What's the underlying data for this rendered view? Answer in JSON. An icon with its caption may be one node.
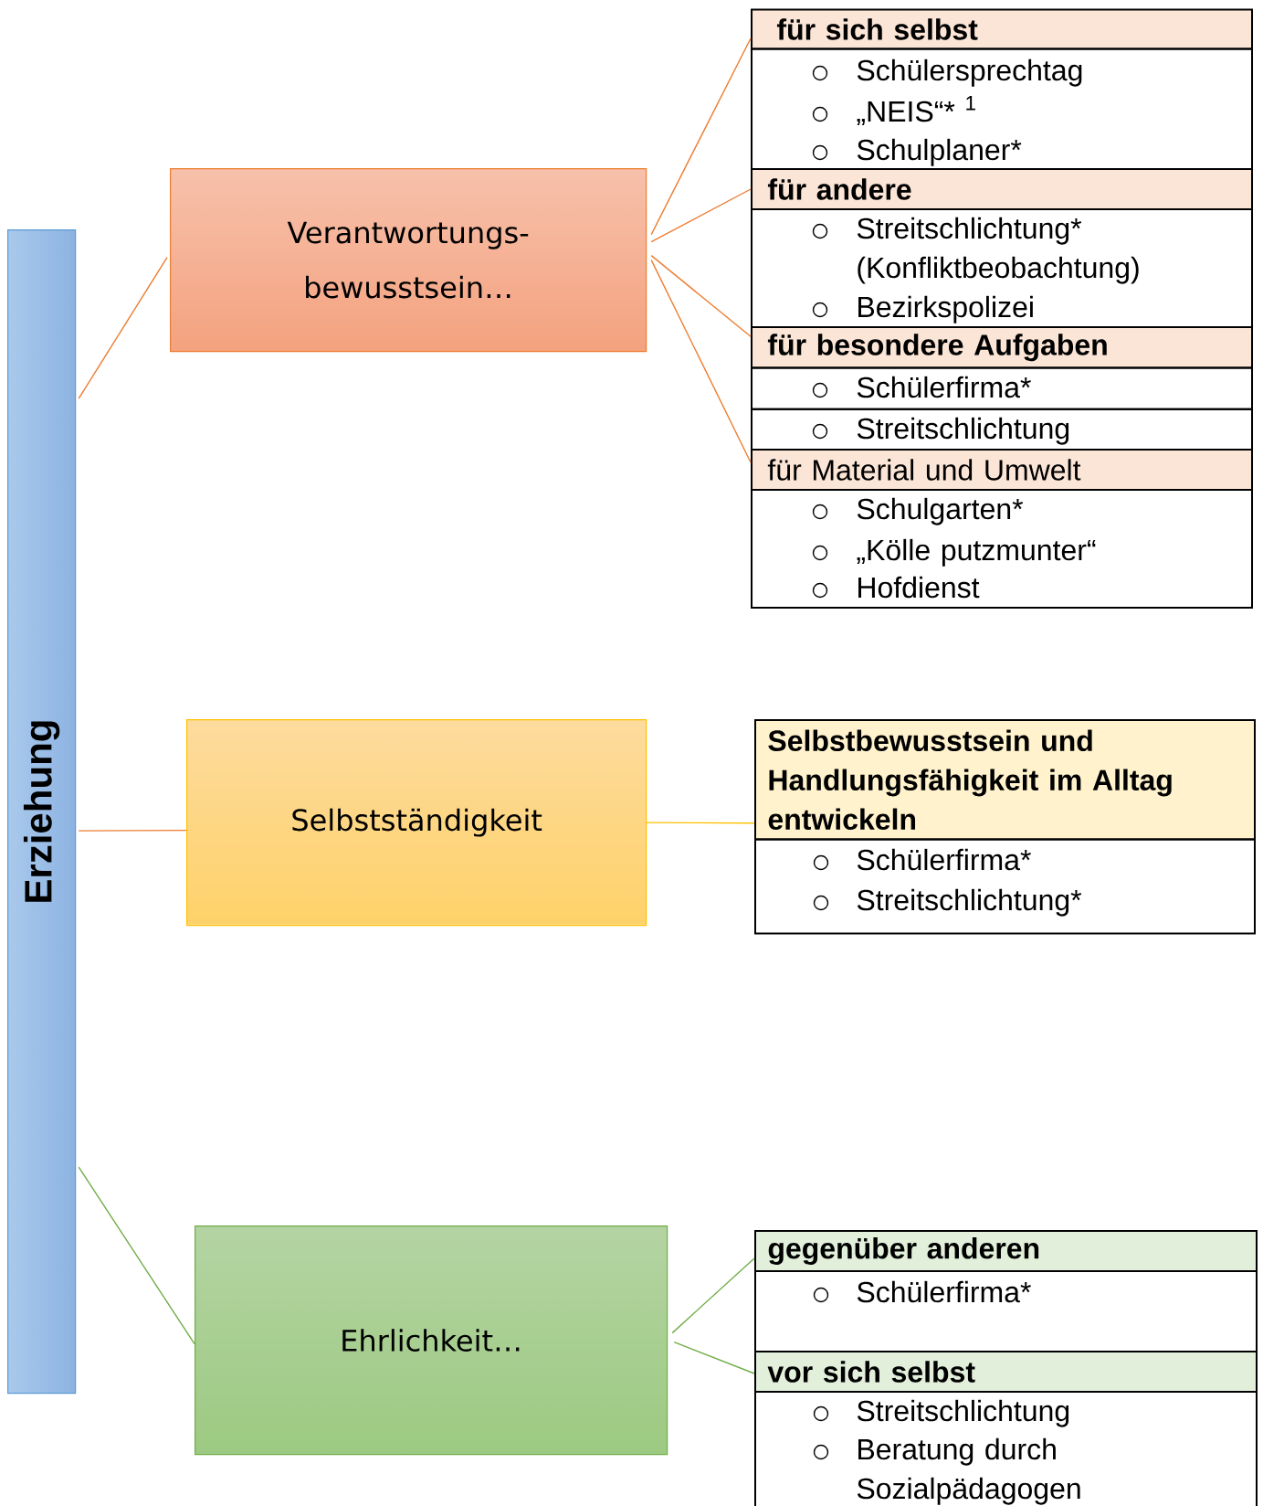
{
  "diagram": {
    "nodes": [
      {
        "text": [
          "Erziehung"
        ]
      },
      {
        "text": [
          "Verantwortungs- bewusstsein…"
        ]
      },
      {
        "text": [
          "Selbstständigkeit"
        ]
      },
      {
        "text": [
          "Ehrlichkeit…"
        ]
      },
      {
        "text": [
          "für sich selbst"
        ]
      },
      {
        "text": [
          "Schülersprechtag",
          "„NEIS“*$^{ 1}$",
          "Schulplaner*"
        ]
      },
      {
        "text": [
          "für andere"
        ]
      },
      {
        "text": [
          "Streitschlichtung* (Konfliktbeobachtung)",
          "Bezirkspolizei"
        ]
      },
      {
        "text": [
          "für besondere Aufgaben"
        ]
      },
      {
        "text": [
          "Schülerfirma*"
        ]
      },
      {
        "text": [
          "Streitschlichtung"
        ]
      },
      {
        "text": [
          "für Material und Umwelt"
        ]
      },
      {
        "text": [
          "Schulgarten*",
          "„Kölle putzmunter“",
          "Hofdienst"
        ]
      },
      {
        "text": [
          "Selbstbewusstsein und Handlungsfähigkeit im Alltag entwickeln"
        ]
      },
      {
        "text": [
          "Schülerfirma*",
          "Streitschlichtung*"
        ]
      },
      {
        "text": [
          "gegenüber anderen"
        ]
      },
      {
        "text": [
          "Schülerfirma*"
        ]
      },
      {
        "text": [
          "vor sich selbst"
        ]
      },
      {
        "text": [
          "Streitschlichtung",
          "Beratung durch Sozialpädagogen"
        ]
      }
    ],
    "edges": [
      {
        "from": 0,
        "to": 1,
        "arrow": "none"
      },
      {
        "from": 0,
        "to": 2,
        "arrow": "none"
      },
      {
        "from": 0,
        "to": 3,
        "arrow": "none",
        "color": "#70ad47"
      },
      {
        "from": 1,
        "to": 4,
        "arrow": "none"
      },
      {
        "from": 1,
        "to": 6,
        "arrow": "none"
      },
      {
        "from": 1,
        "to": 8,
        "arrow": "none"
      },
      {
        "from": 1,
        "to": 11,
        "arrow": "none"
      },
      {
        "from": 2,
        "to": 13,
        "arrow": "none",
        "color": "#ffc000"
      },
      {
        "from": 3,
        "to": 15,
        "arrow": "none",
        "color": "#70ad47"
      },
      {
        "from": 3,
        "to": 17,
        "arrow": "none",
        "color": "#70ad47"
      }
    ]
  }
}
